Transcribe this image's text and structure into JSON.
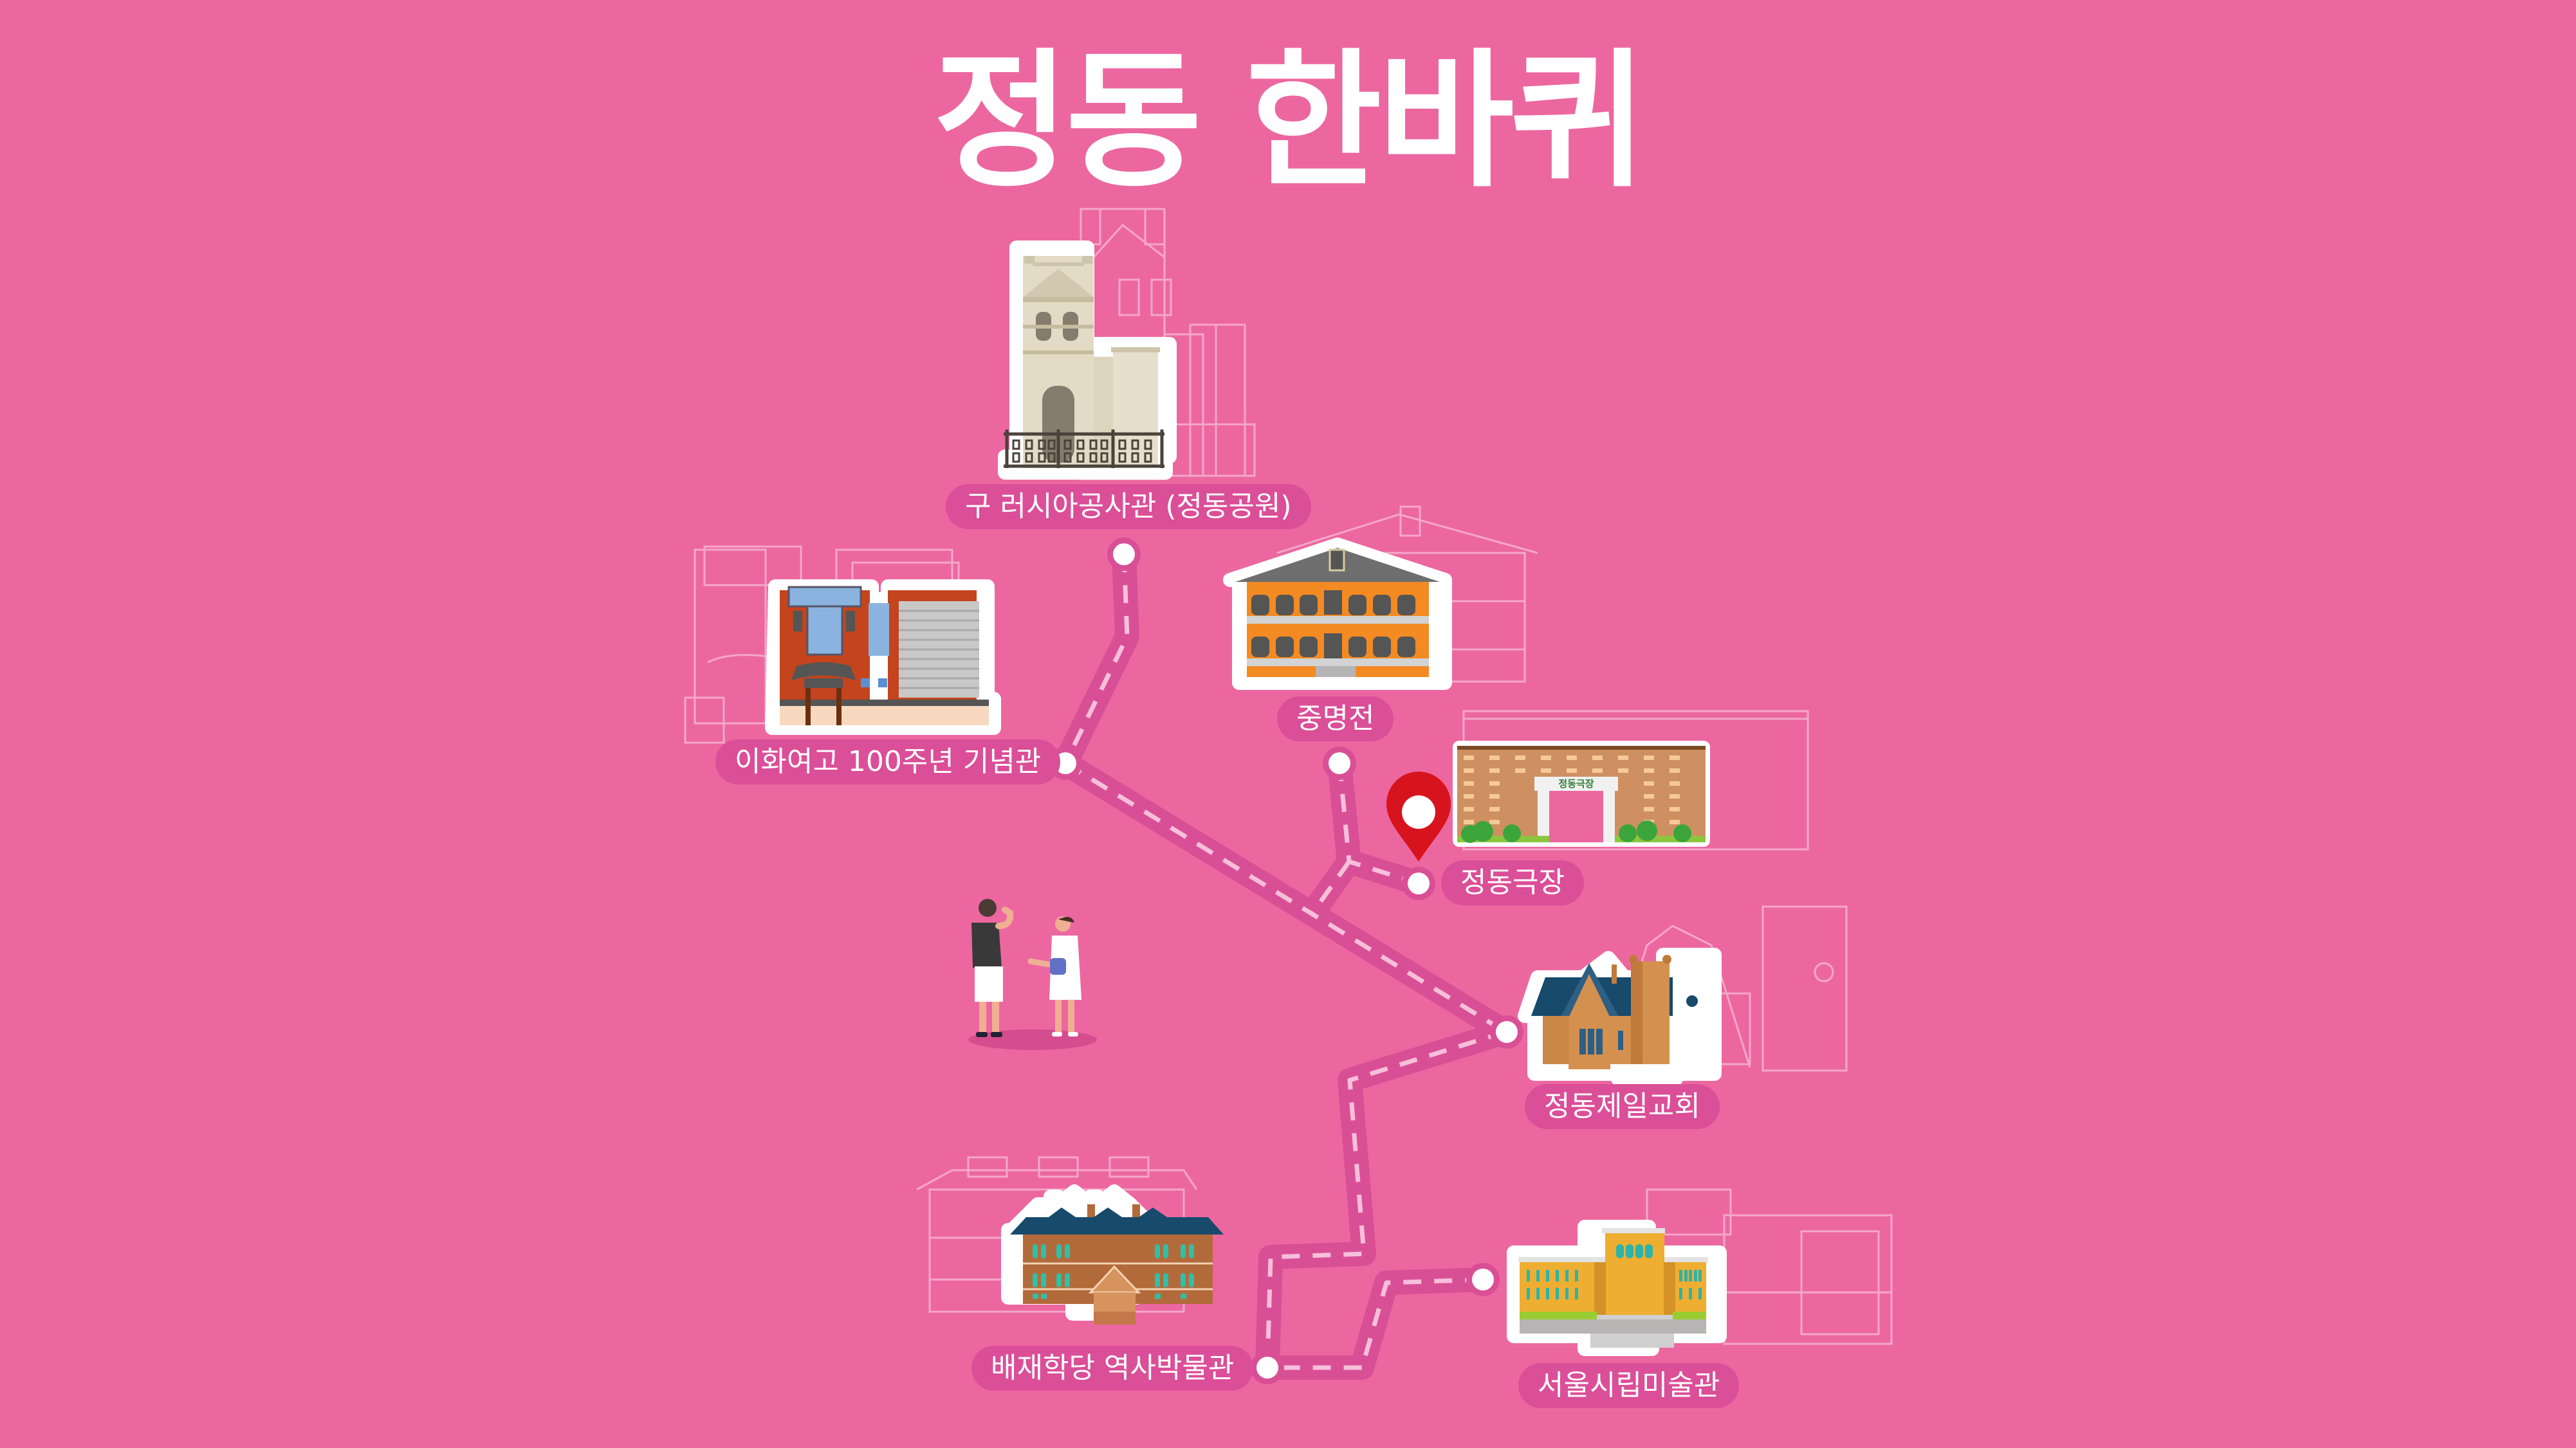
{
  "title": "정동 한바퀴",
  "colors": {
    "background": "#EC67A0",
    "path": "#D94F96",
    "path_dash": "#F7BFDA",
    "label_bg": "#DB4E98",
    "pin": "#D7141E"
  },
  "locations": [
    {
      "id": "russian-legation",
      "label": "구 러시아공사관 (정동공원)"
    },
    {
      "id": "ewha-100th-memorial",
      "label": "이화여고 100주년 기념관"
    },
    {
      "id": "jungmyeongjeon",
      "label": "중명전"
    },
    {
      "id": "jeongdong-theater",
      "label": "정동극장",
      "sign": "정동극장",
      "current": true
    },
    {
      "id": "jeongdong-first-church",
      "label": "정동제일교회"
    },
    {
      "id": "paichai-museum",
      "label": "배재학당 역사박물관"
    },
    {
      "id": "seoul-museum-of-art",
      "label": "서울시립미술관"
    }
  ],
  "current_location_icon": "map-pin-icon"
}
